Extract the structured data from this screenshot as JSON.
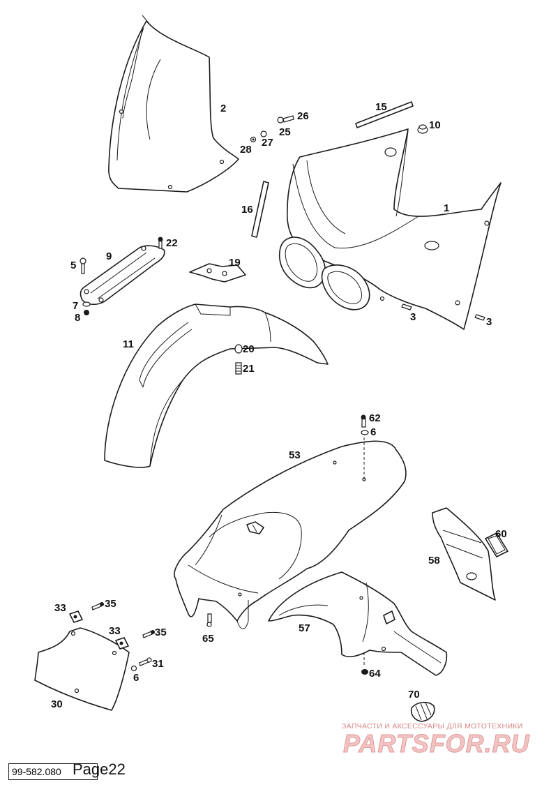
{
  "footer": {
    "code": "99-582.080",
    "page": "Page22"
  },
  "watermark": {
    "tagline": "ЗАПЧАСТИ И АКСЕССУАРЫ ДЛЯ МОТОТЕХНИКИ",
    "logo": "PARTSFOR.RU"
  },
  "callouts": {
    "c1": "1",
    "c2": "2",
    "c3a": "3",
    "c3b": "3",
    "c5": "5",
    "c6a": "6",
    "c6b": "6",
    "c7": "7",
    "c8": "8",
    "c9": "9",
    "c10": "10",
    "c11": "11",
    "c15": "15",
    "c16": "16",
    "c19": "19",
    "c20": "20",
    "c21": "21",
    "c22": "22",
    "c25": "25",
    "c26": "26",
    "c27": "27",
    "c28": "28",
    "c30": "30",
    "c31": "31",
    "c33a": "33",
    "c33b": "33",
    "c35a": "35",
    "c35b": "35",
    "c53": "53",
    "c57": "57",
    "c58": "58",
    "c60": "60",
    "c62": "62",
    "c64": "64",
    "c65": "65",
    "c70": "70"
  },
  "colors": {
    "line": "#1a1a1a",
    "watermark": "#e09a9a"
  }
}
